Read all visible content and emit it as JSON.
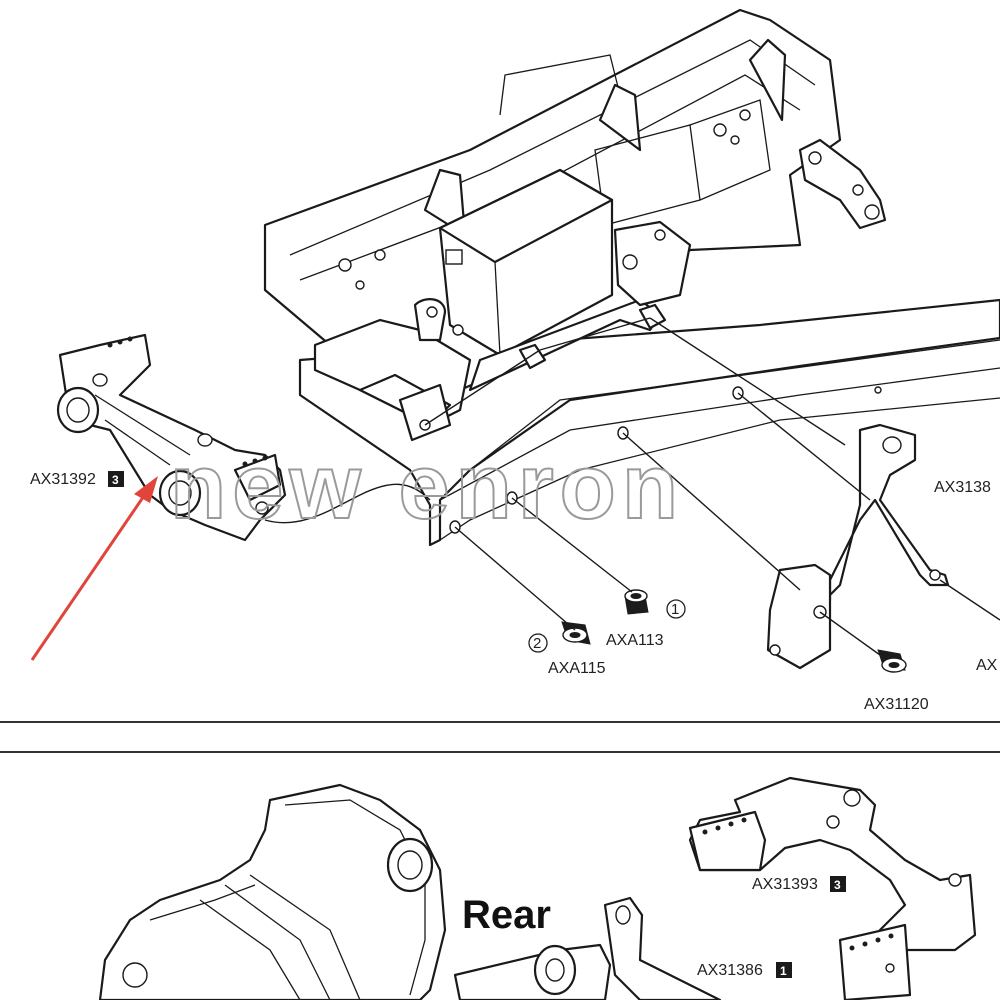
{
  "watermark": "new enron",
  "section_label": "Rear",
  "parts": {
    "front_axle_mount": {
      "code": "AX31392",
      "step": "3"
    },
    "screw_1": {
      "code": "AXA113",
      "step": "1"
    },
    "screw_2": {
      "code": "AXA115",
      "step": "2"
    },
    "link_screw": {
      "code": "AX31120"
    },
    "right_truncated_top": {
      "code": "AX3138"
    },
    "right_truncated_bottom": {
      "code": "AX"
    },
    "rear_axle_mount": {
      "code": "AX31393",
      "step": "3"
    },
    "rear_link_mount": {
      "code": "AX31386",
      "step": "1"
    }
  },
  "colors": {
    "line": "#1a1a1a",
    "arrow": "#e0443a",
    "watermark": "#9a9a9a",
    "divider": "#333333"
  }
}
